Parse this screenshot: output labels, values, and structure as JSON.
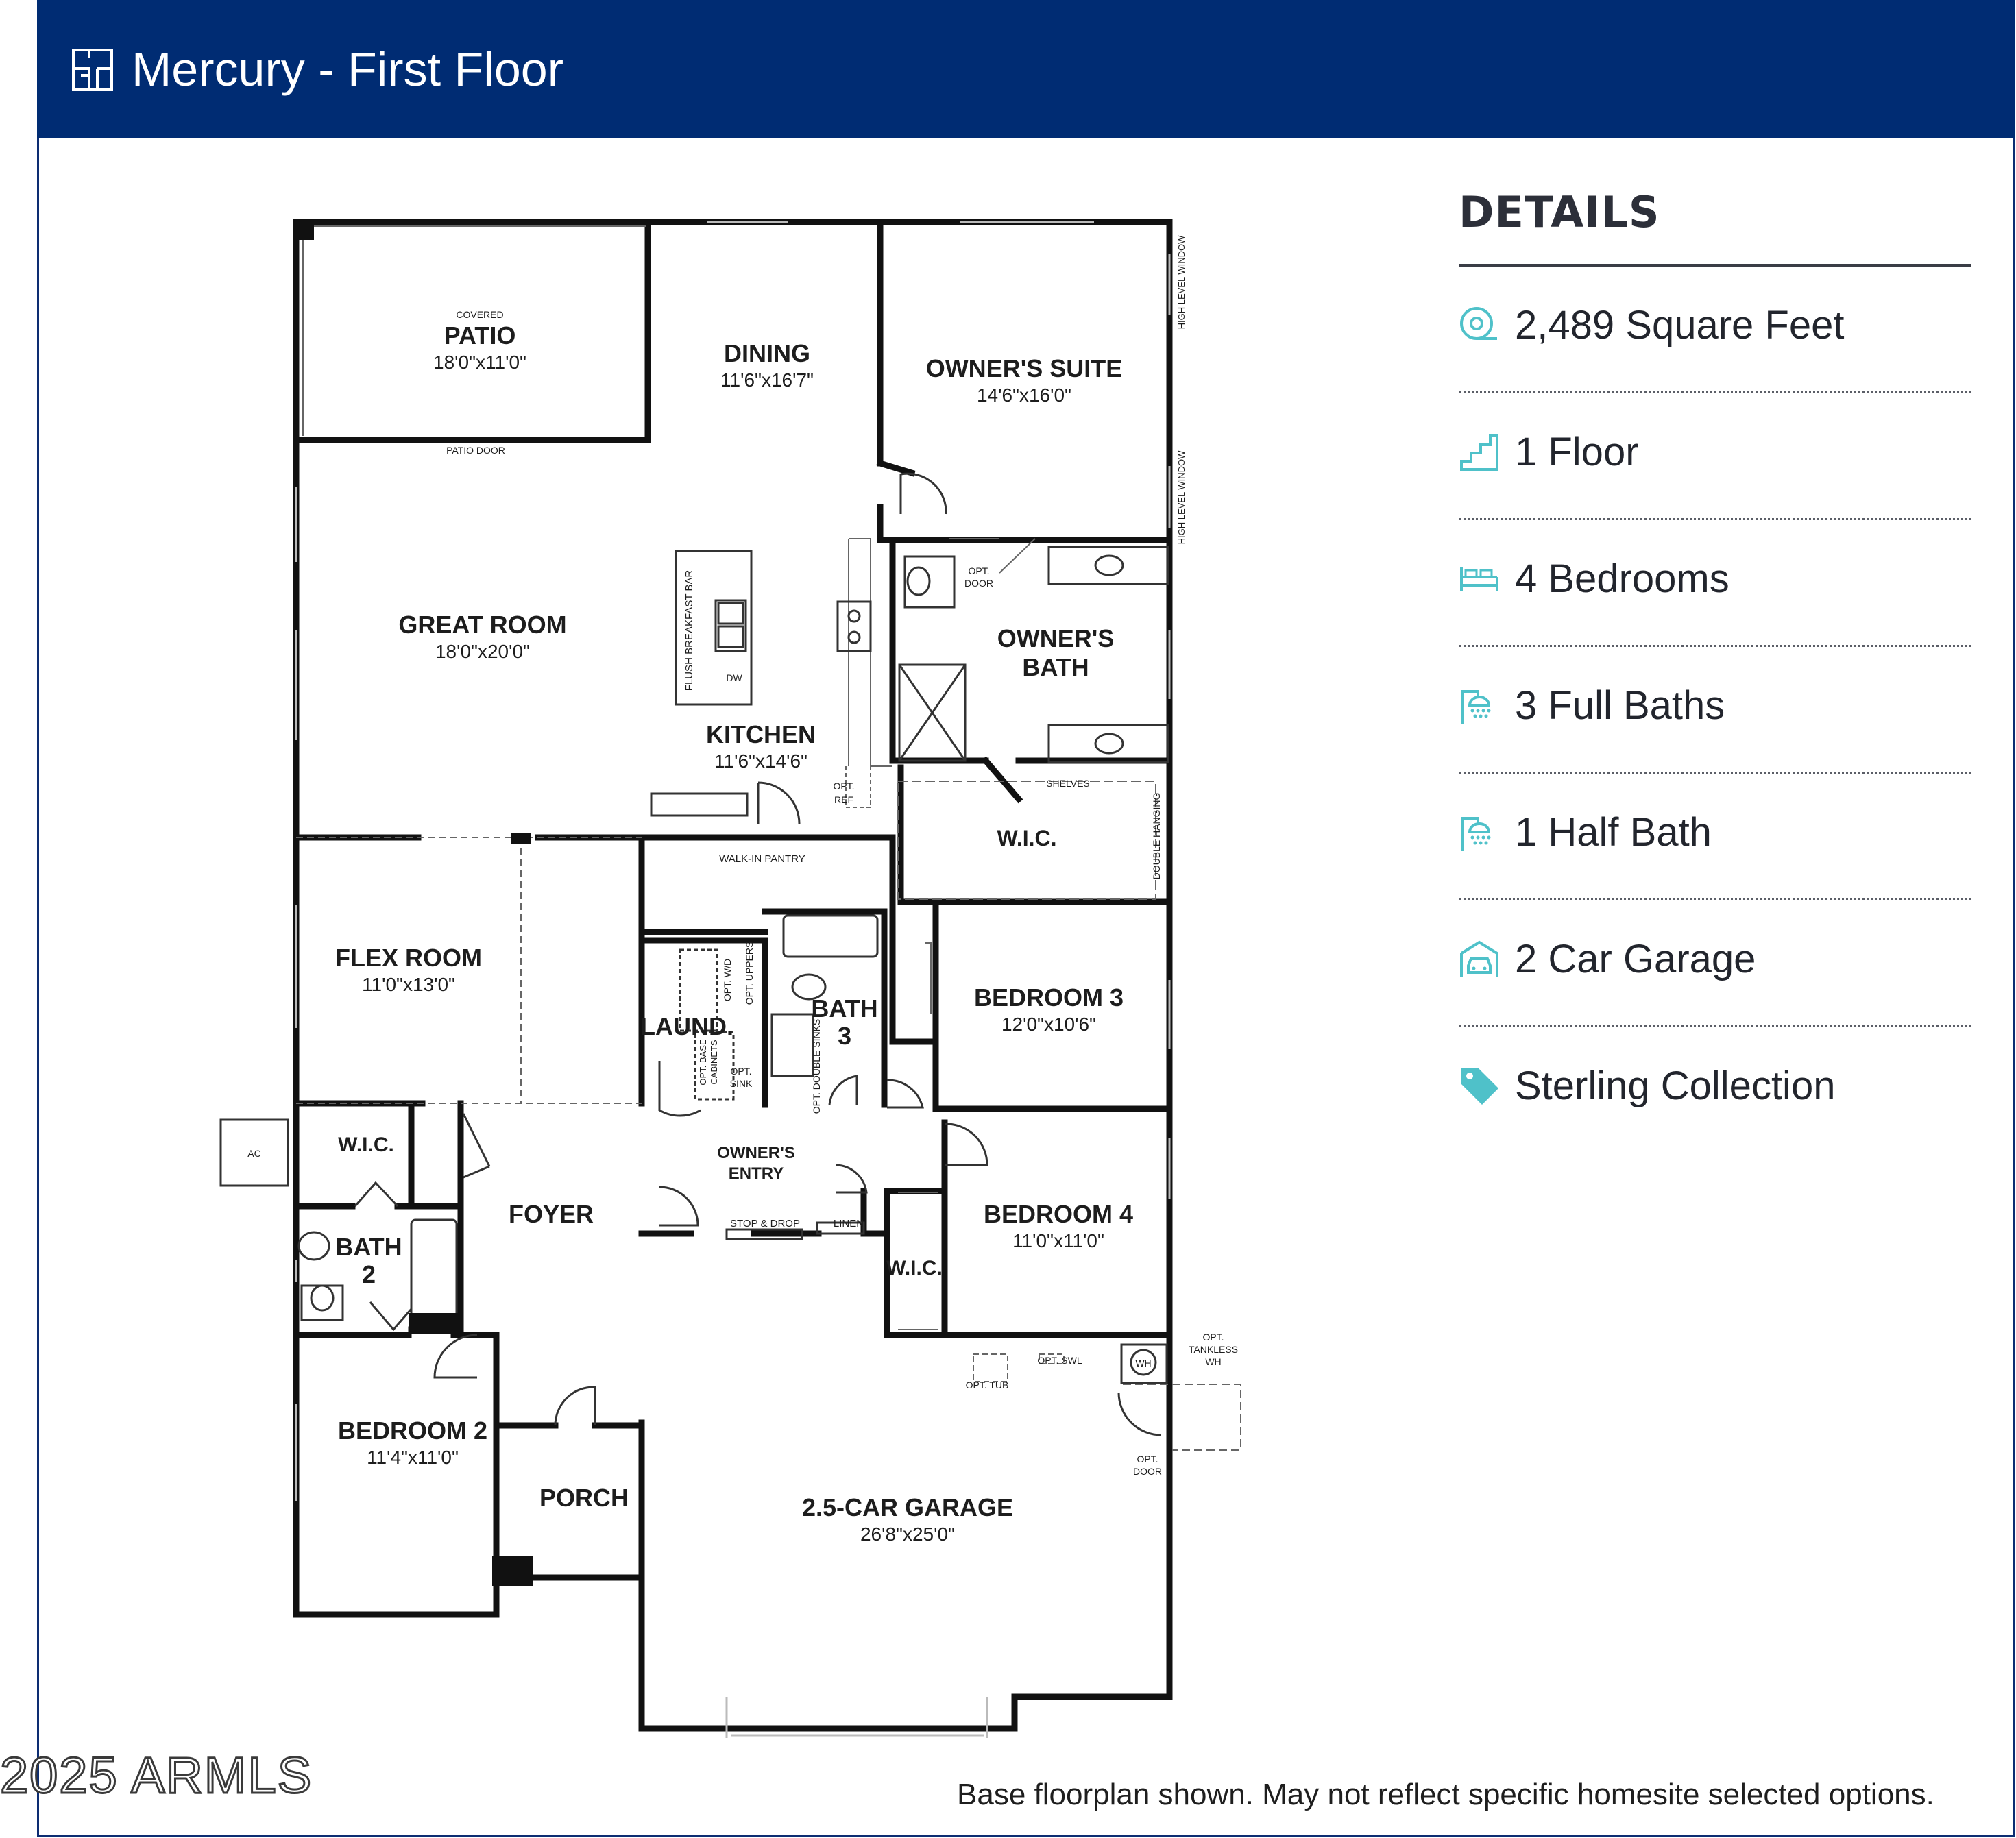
{
  "header": {
    "title": "Mercury - First Floor",
    "icon": "floorplan-icon"
  },
  "details": {
    "heading": "DETAILS",
    "items": [
      {
        "icon": "tape-measure-icon",
        "label": "2,489 Square Feet"
      },
      {
        "icon": "stairs-icon",
        "label": "1 Floor"
      },
      {
        "icon": "bed-icon",
        "label": "4 Bedrooms"
      },
      {
        "icon": "shower-icon",
        "label": "3 Full Baths"
      },
      {
        "icon": "shower-icon",
        "label": "1 Half Bath"
      },
      {
        "icon": "garage-car-icon",
        "label": "2 Car Garage"
      },
      {
        "icon": "tag-icon",
        "label": "Sterling Collection"
      }
    ],
    "icon_color": "#4fc1c9"
  },
  "rooms": {
    "covered": "COVERED",
    "patio": {
      "name": "PATIO",
      "dim": "18'0\"x11'0\""
    },
    "patio_door": "PATIO DOOR",
    "dining": {
      "name": "DINING",
      "dim": "11'6\"x16'7\""
    },
    "owners_suite": {
      "name": "OWNER'S SUITE",
      "dim": "14'6\"x16'0\""
    },
    "high_level_window": "HIGH LEVEL WINDOW",
    "great_room": {
      "name": "GREAT ROOM",
      "dim": "18'0\"x20'0\""
    },
    "flush_breakfast_bar": "FLUSH BREAKFAST BAR",
    "dw": "DW",
    "kitchen": {
      "name": "KITCHEN",
      "dim": "11'6\"x14'6\""
    },
    "opt_ref": [
      "OPT.",
      "REF"
    ],
    "opt_door": [
      "OPT.",
      "DOOR"
    ],
    "owners_bath": [
      "OWNER'S",
      "BATH"
    ],
    "shelves": "SHELVES",
    "wic_main": "W.I.C.",
    "double_hanging": "DOUBLE HANGING",
    "walk_in_pantry": "WALK-IN PANTRY",
    "flex_room": {
      "name": "FLEX ROOM",
      "dim": "11'0\"x13'0\""
    },
    "laund": "LAUND.",
    "opt_wd": "OPT. W/D",
    "opt_uppers": "OPT. UPPERS",
    "opt_base_cabinets": [
      "OPT. BASE",
      "CABINETS"
    ],
    "opt_sink": [
      "OPT.",
      "SINK"
    ],
    "opt_double_sinks": "OPT. DOUBLE SINKS",
    "bath3": [
      "BATH",
      "3"
    ],
    "bedroom3": {
      "name": "BEDROOM 3",
      "dim": "12'0\"x10'6\""
    },
    "ac": "AC",
    "wic_bath2": "W.I.C.",
    "owners_entry": [
      "OWNER'S",
      "ENTRY"
    ],
    "foyer": "FOYER",
    "stop_drop": "STOP & DROP",
    "linen": "LINEN",
    "bedroom4": {
      "name": "BEDROOM 4",
      "dim": "11'0\"x11'0\""
    },
    "wic_bed4": "W.I.C.",
    "bath2": [
      "BATH",
      "2"
    ],
    "opt_tub": "OPT. TUB",
    "opt_swl": "OPT. SWL",
    "wh": "WH",
    "opt_tankless_wh": [
      "OPT.",
      "TANKLESS",
      "WH"
    ],
    "opt_door_garage": [
      "OPT.",
      "DOOR"
    ],
    "bedroom2": {
      "name": "BEDROOM 2",
      "dim": "11'4\"x11'0\""
    },
    "porch": "PORCH",
    "garage": {
      "name": "2.5-CAR GARAGE",
      "dim": "26'8\"x25'0\""
    }
  },
  "footer": {
    "watermark": "2025 ARMLS",
    "disclaimer": "Base floorplan shown. May not reflect specific homesite selected options."
  }
}
